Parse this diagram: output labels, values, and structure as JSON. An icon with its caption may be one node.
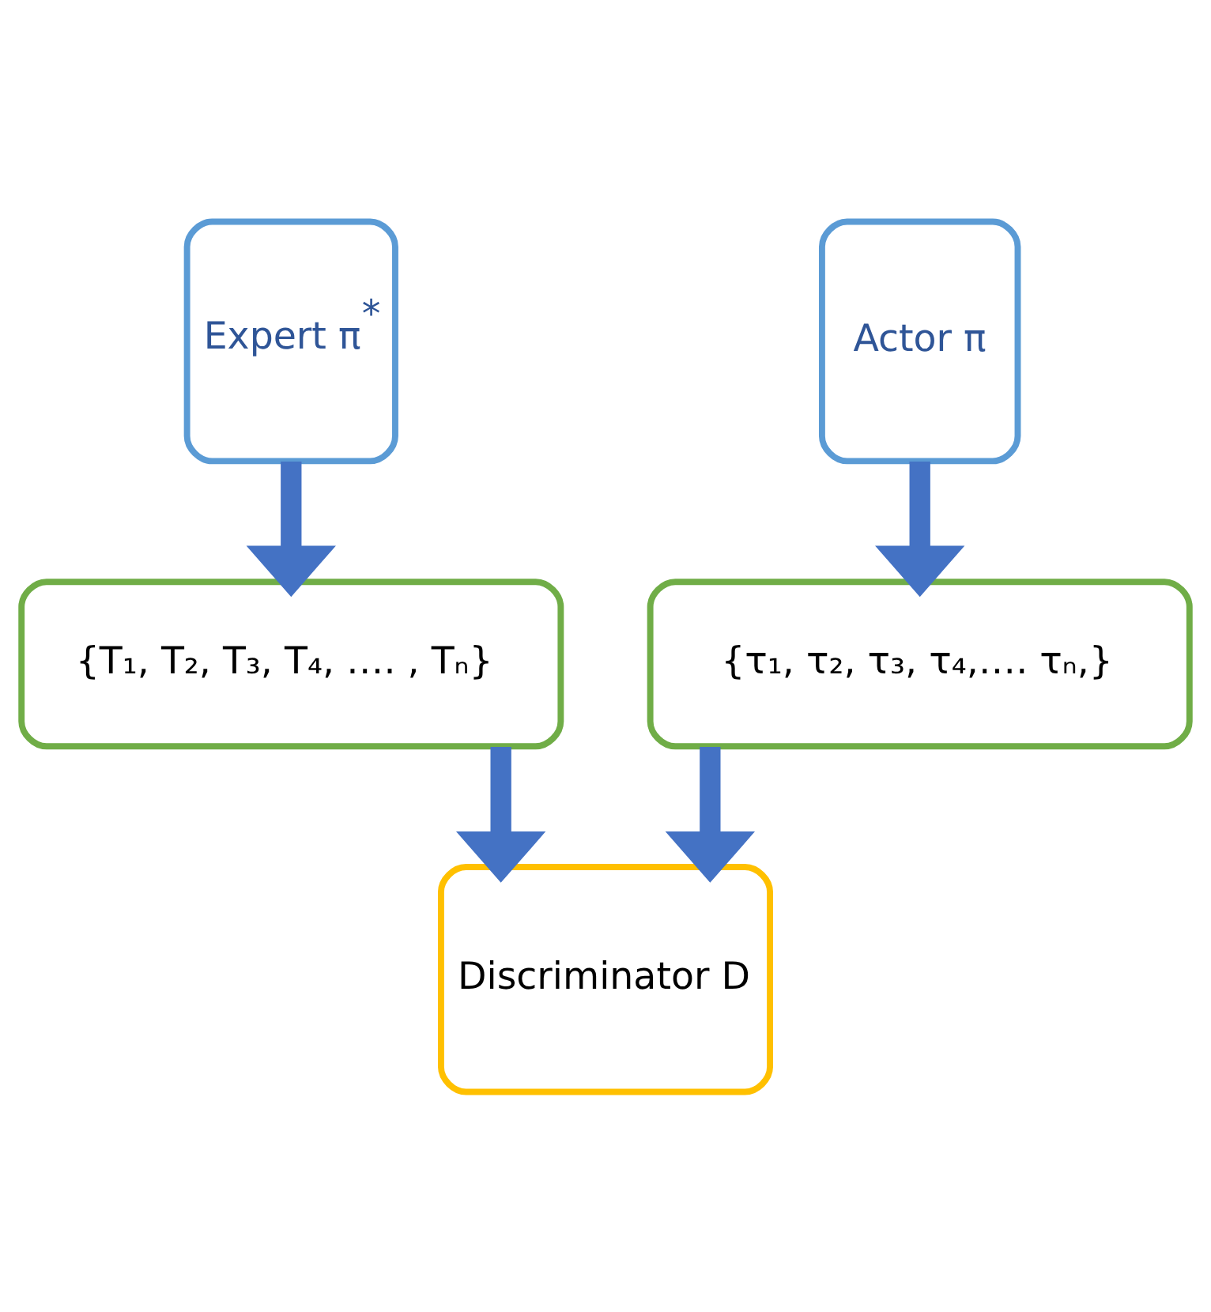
{
  "diagram": {
    "nodes": [
      {
        "text": [
          "Expert π$^{*}$"
        ]
      },
      {
        "text": [
          "Actor π"
        ]
      },
      {
        "text": [
          "{T₁, T₂, T₃, T₄, …. , Tₙ}"
        ]
      },
      {
        "text": [
          "{τ₁, τ₂, τ₃, τ₄,…. τₙ,}"
        ]
      },
      {
        "text": [
          "Discriminator D"
        ]
      }
    ],
    "edges": [
      {
        "from": 0,
        "to": 2,
        "arrow": "to"
      },
      {
        "from": 1,
        "to": 3,
        "arrow": "to"
      },
      {
        "from": 2,
        "to": 4,
        "arrow": "to"
      },
      {
        "from": 3,
        "to": 4,
        "arrow": "to"
      }
    ]
  }
}
